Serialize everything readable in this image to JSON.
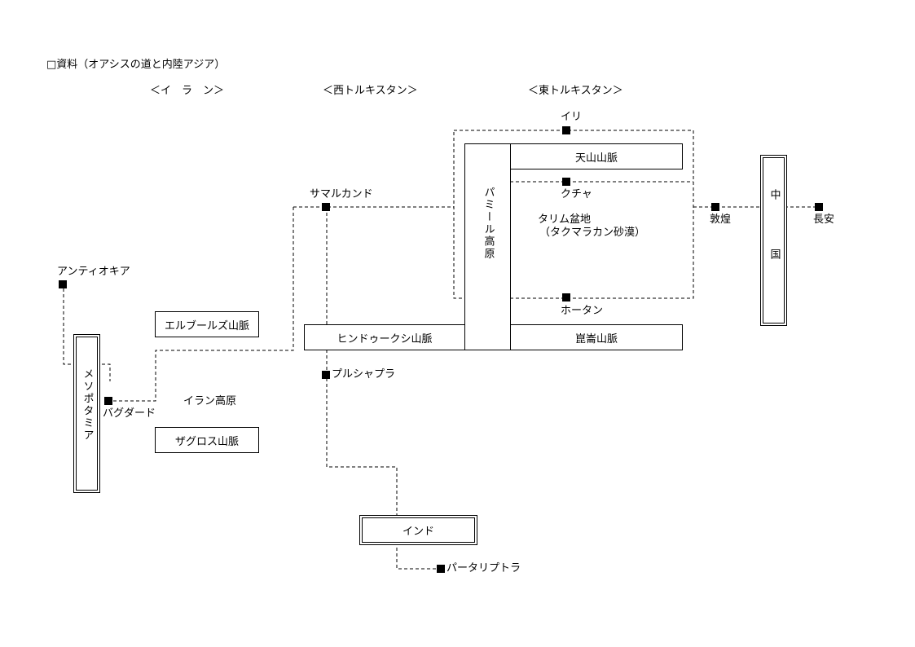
{
  "title": "□資料（オアシスの道と内陸アジア）",
  "regions": {
    "iran": "＜イ　ラ　ン＞",
    "west_turkestan": "＜西トルキスタン＞",
    "east_turkestan": "＜東トルキスタン＞"
  },
  "mountains": {
    "tianshan": "天山山脈",
    "kunlun": "崑崙山脈",
    "hindukush": "ヒンドゥークシ山脈",
    "elburz": "エルブールズ山脈",
    "zagros": "ザグロス山脈",
    "pamir": "パミール高原"
  },
  "areas": {
    "tarim_basin": "タリム盆地",
    "taklamakan": "（タクマラカン砂漠）",
    "iran_plateau": "イラン高原"
  },
  "countries": {
    "china": "中国",
    "mesopotamia": "メソポタミア",
    "india": "インド"
  },
  "cities": {
    "ili": "イリ",
    "kucha": "クチャ",
    "khotan": "ホータン",
    "dunhuang": "敦煌",
    "changan": "長安",
    "samarkand": "サマルカンド",
    "antioch": "アンティオキア",
    "baghdad": "バグダード",
    "purushapura": "プルシャプラ",
    "pataliputra": "パータリプトラ"
  },
  "colors": {
    "line": "#000000",
    "background": "#ffffff"
  }
}
